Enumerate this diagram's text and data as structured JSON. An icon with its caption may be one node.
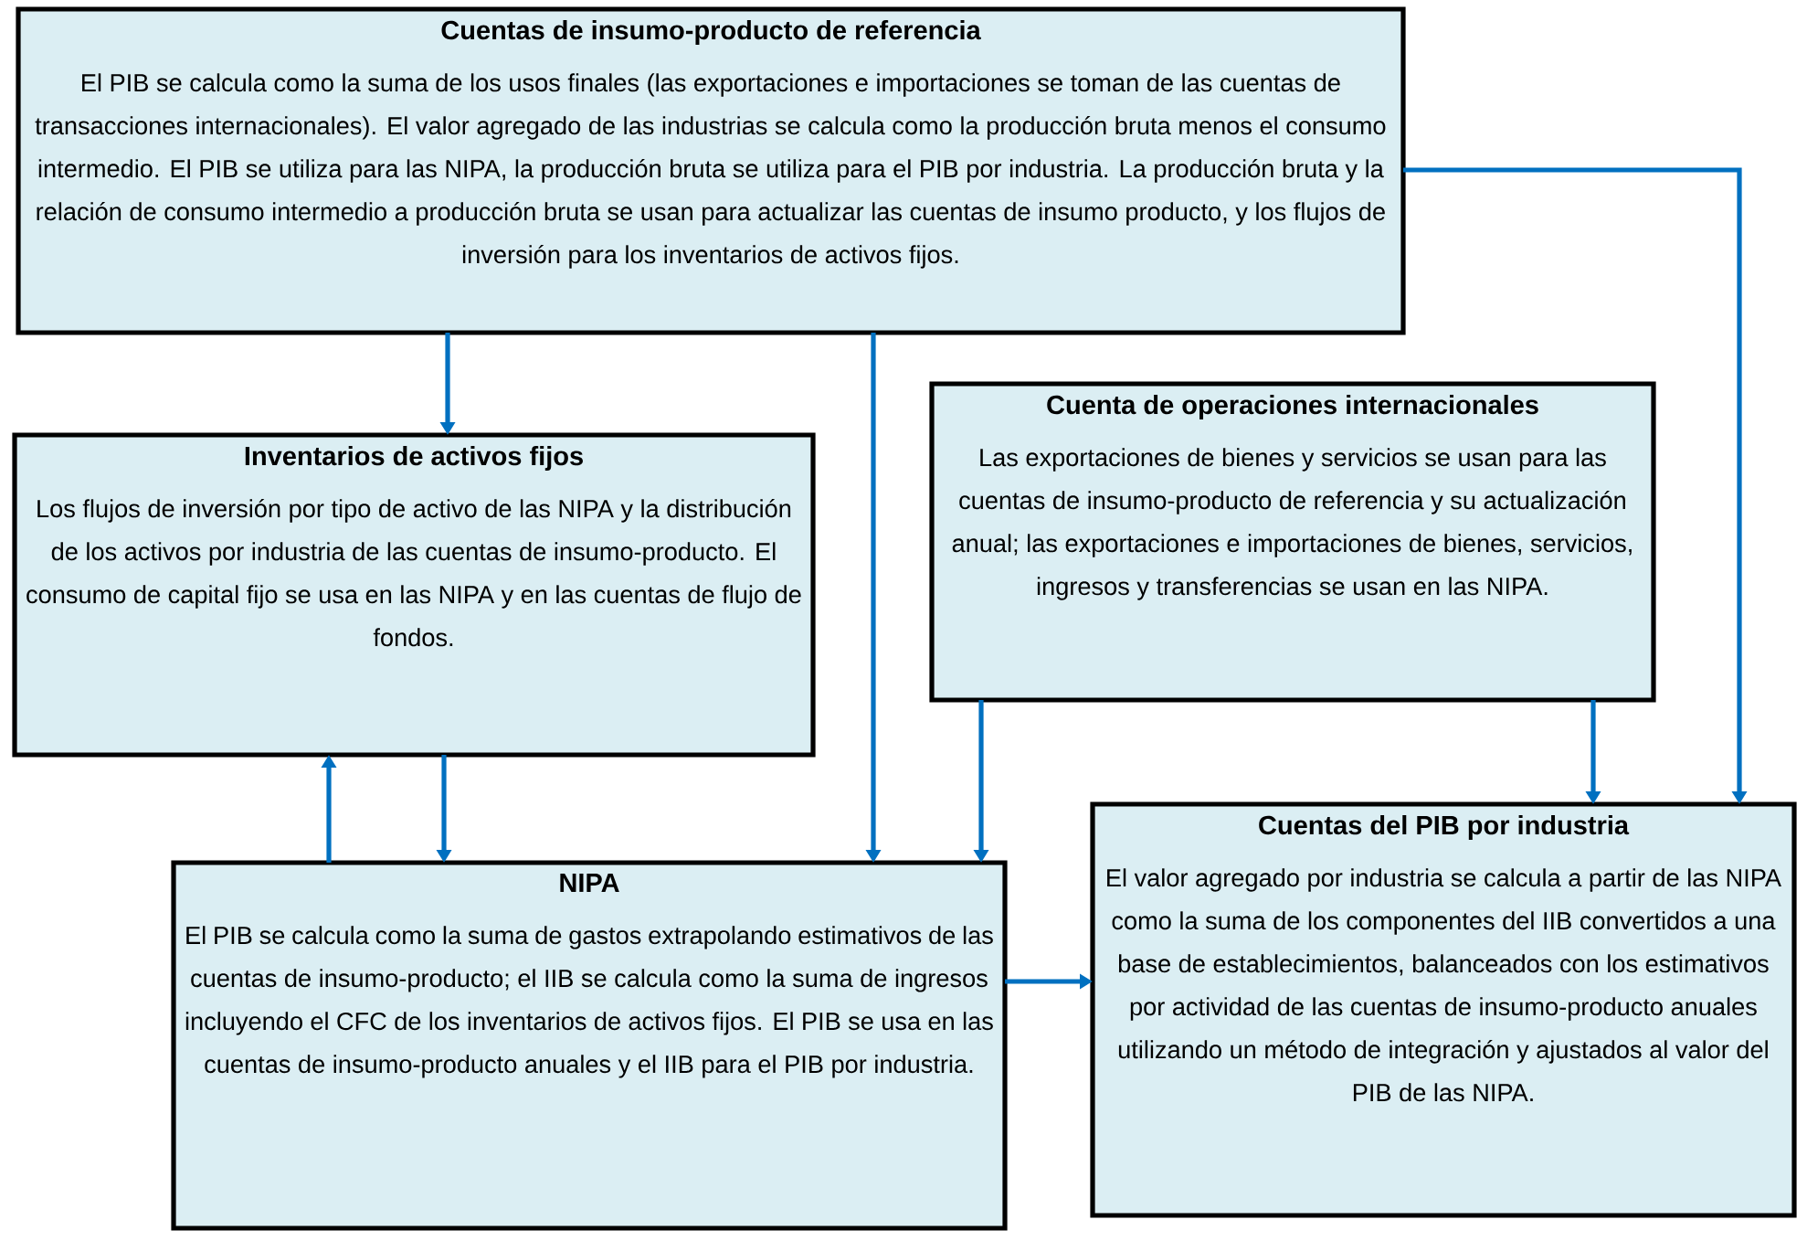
{
  "diagram": {
    "nodes": [
      {
        "text": [
          "Cuentas de insumo-producto de referencia",
          "El PIB se calcula como la suma de los usos finales (las exportaciones e importaciones se toman de las cuentas de transacciones internacionales). El valor agregado de las industrias se calcula como la producción bruta menos el consumo intermedio. El PIB se utiliza para las NIPA, la producción bruta se utiliza para el PIB por industria. La producción bruta y la relación de consumo intermedio a producción bruta se usan para actualizar las cuentas de insumo producto, y los flujos de inversión para los inventarios de activos fijos."
        ]
      },
      {
        "text": [
          "Inventarios de activos fijos",
          "Los flujos de inversión por tipo de activo de las NIPA y la distribución de los activos por industria de las cuentas de insumo-producto. El consumo de capital fijo se usa en las NIPA y en las cuentas de flujo de fondos."
        ]
      },
      {
        "text": [
          "Cuenta de operaciones internacionales",
          "Las exportaciones de bienes y servicios se usan para las cuentas de insumo-producto de referencia y su actualización anual; las exportaciones e importaciones de bienes, servicios, ingresos y transferencias se usan en las NIPA."
        ]
      },
      {
        "text": [
          "NIPA",
          "El PIB se calcula como la suma de gastos extrapolando estimativos de las cuentas de insumo-producto; el IIB se calcula como la suma de ingresos incluyendo el CFC de los inventarios de activos fijos. El PIB se usa en las cuentas de insumo-producto anuales y el IIB para el PIB por industria."
        ]
      },
      {
        "text": [
          "Cuentas del PIB por industria",
          "El valor agregado por industria se calcula a partir de las NIPA como la suma de los componentes del IIB convertidos a una base de establecimientos, balanceados con los estimativos por actividad de las cuentas de insumo-producto anuales utilizando un método de integración y ajustados al valor del PIB de las NIPA."
        ]
      }
    ],
    "edges": [
      {
        "from": 0,
        "to": 1,
        "arrow": "to"
      },
      {
        "from": 0,
        "to": 3,
        "arrow": "to"
      },
      {
        "from": 0,
        "to": 4,
        "arrow": "to"
      },
      {
        "from": 2,
        "to": 3,
        "arrow": "to"
      },
      {
        "from": 2,
        "to": 4,
        "arrow": "to"
      },
      {
        "from": 3,
        "to": 1,
        "arrow": "to"
      },
      {
        "from": 1,
        "to": 3,
        "arrow": "to"
      },
      {
        "from": 3,
        "to": 4,
        "arrow": "to"
      }
    ]
  }
}
